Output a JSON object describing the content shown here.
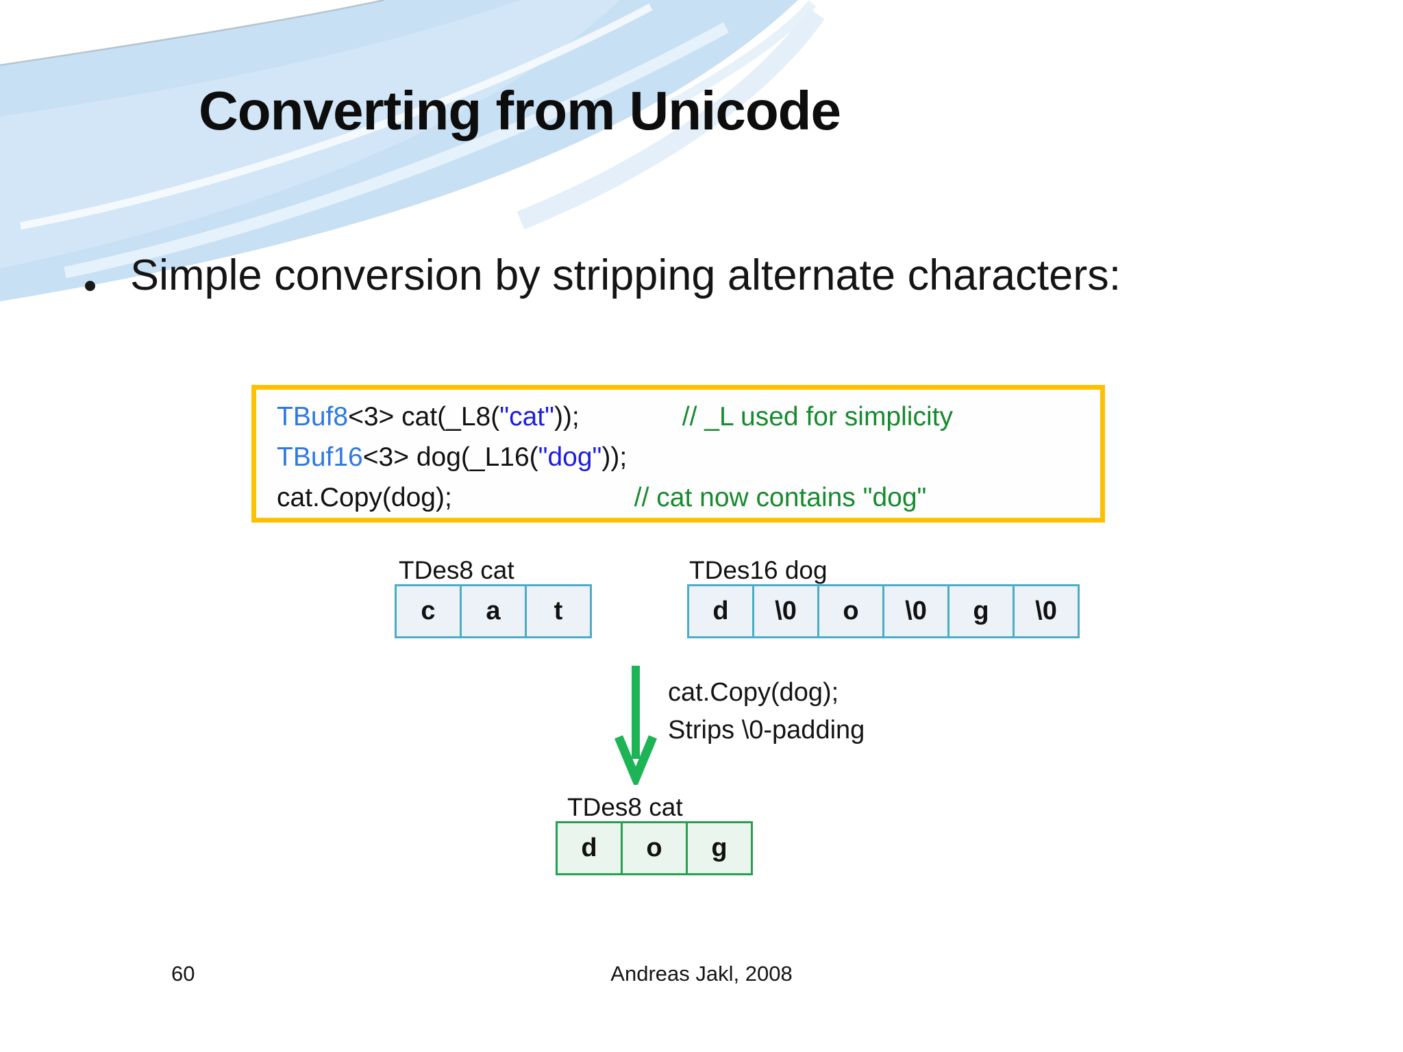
{
  "slide": {
    "title": "Converting from Unicode",
    "bullet": "Simple conversion by stripping alternate characters:",
    "footer": {
      "page_number": "60",
      "author": "Andreas Jakl, 2008"
    }
  },
  "code_box": {
    "lines": [
      {
        "segments": [
          {
            "text": "TBuf8",
            "style": "type"
          },
          {
            "text": "<3> cat(_L8(",
            "style": "plain"
          },
          {
            "text": "\"cat\"",
            "style": "string"
          },
          {
            "text": "));",
            "style": "plain"
          }
        ],
        "comment": "// _L used for simplicity"
      },
      {
        "segments": [
          {
            "text": "TBuf16",
            "style": "type"
          },
          {
            "text": "<3> dog(_L16(",
            "style": "plain"
          },
          {
            "text": "\"dog\"",
            "style": "string"
          },
          {
            "text": "));",
            "style": "plain"
          }
        ],
        "comment": ""
      },
      {
        "segments": [
          {
            "text": "cat.Copy(dog);",
            "style": "plain"
          }
        ],
        "comment": "// cat now contains \"dog\""
      }
    ]
  },
  "diagram": {
    "cat_buffer": {
      "label": "TDes8 cat",
      "cells": [
        "c",
        "a",
        "t"
      ]
    },
    "dog_buffer": {
      "label": "TDes16 dog",
      "cells": [
        "d",
        "\\0",
        "o",
        "\\0",
        "g",
        "\\0"
      ]
    },
    "arrow_caption_line1": "cat.Copy(dog);",
    "arrow_caption_line2": "Strips \\0-padding",
    "result_buffer": {
      "label": "TDes8 cat",
      "cells": [
        "d",
        "o",
        "g"
      ]
    }
  },
  "colors": {
    "box_border": "#FFC000",
    "code_type": "#2E78E3",
    "code_string": "#1C1CE0",
    "code_comment": "#168A2E",
    "cell_border_blue": "#4BACC6",
    "cell_fill_blue": "#EDF2F8",
    "cell_border_green": "#22A24C",
    "cell_fill_green": "#EAF5ED",
    "arrow_green": "#1CB454"
  }
}
